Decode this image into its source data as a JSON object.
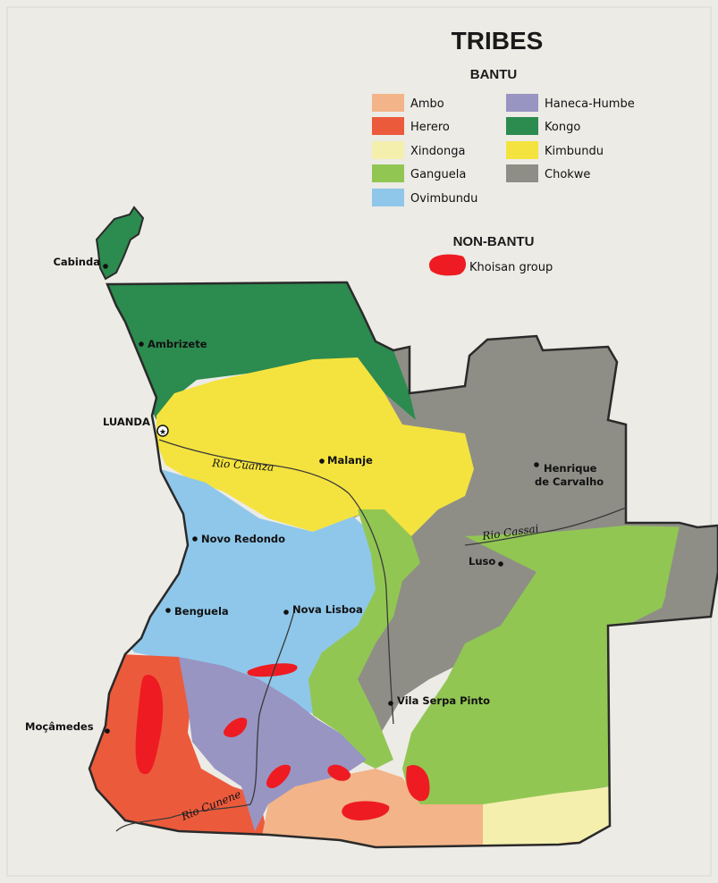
{
  "map": {
    "title": "TRIBES",
    "bantu_heading": "BANTU",
    "non_bantu_heading": "NON-BANTU"
  },
  "legend": {
    "bantu": [
      {
        "key": "ambo",
        "label": "Ambo",
        "color": "#f2b488"
      },
      {
        "key": "herero",
        "label": "Herero",
        "color": "#ec5a3c"
      },
      {
        "key": "xindonga",
        "label": "Xindonga",
        "color": "#f5efae"
      },
      {
        "key": "ganguela",
        "label": "Ganguela",
        "color": "#92c653"
      },
      {
        "key": "ovimbundu",
        "label": "Ovimbundu",
        "color": "#8fc7ea"
      },
      {
        "key": "haneca_humbe",
        "label": "Haneca-Humbe",
        "color": "#9895c3"
      },
      {
        "key": "kongo",
        "label": "Kongo",
        "color": "#2c8b4f"
      },
      {
        "key": "kimbundu",
        "label": "Kimbundu",
        "color": "#f4e33e"
      },
      {
        "key": "chokwe",
        "label": "Chokwe",
        "color": "#8e8e86"
      }
    ],
    "non_bantu": [
      {
        "key": "khoisan",
        "label": "Khoisan group",
        "color": "#ee1c22"
      }
    ]
  },
  "places": {
    "cabinda": "Cabinda",
    "ambrizete": "Ambrizete",
    "luanda": "LUANDA",
    "malanje": "Malanje",
    "henrique_1": "Henrique",
    "henrique_2": "de Carvalho",
    "novo_redondo": "Novo Redondo",
    "luso": "Luso",
    "benguela": "Benguela",
    "nova_lisboa": "Nova Lisboa",
    "vila_serpa_pinto": "Vila Serpa Pinto",
    "mocamedes": "Moçâmedes"
  },
  "rivers": {
    "cuanza": "Rio Cuanza",
    "cassai": "Rio Cassai",
    "cunene": "Rio Cunene"
  },
  "colors": {
    "border": "#2a2a2a",
    "river": "#3a3a3a",
    "background": "#ecebe6"
  }
}
